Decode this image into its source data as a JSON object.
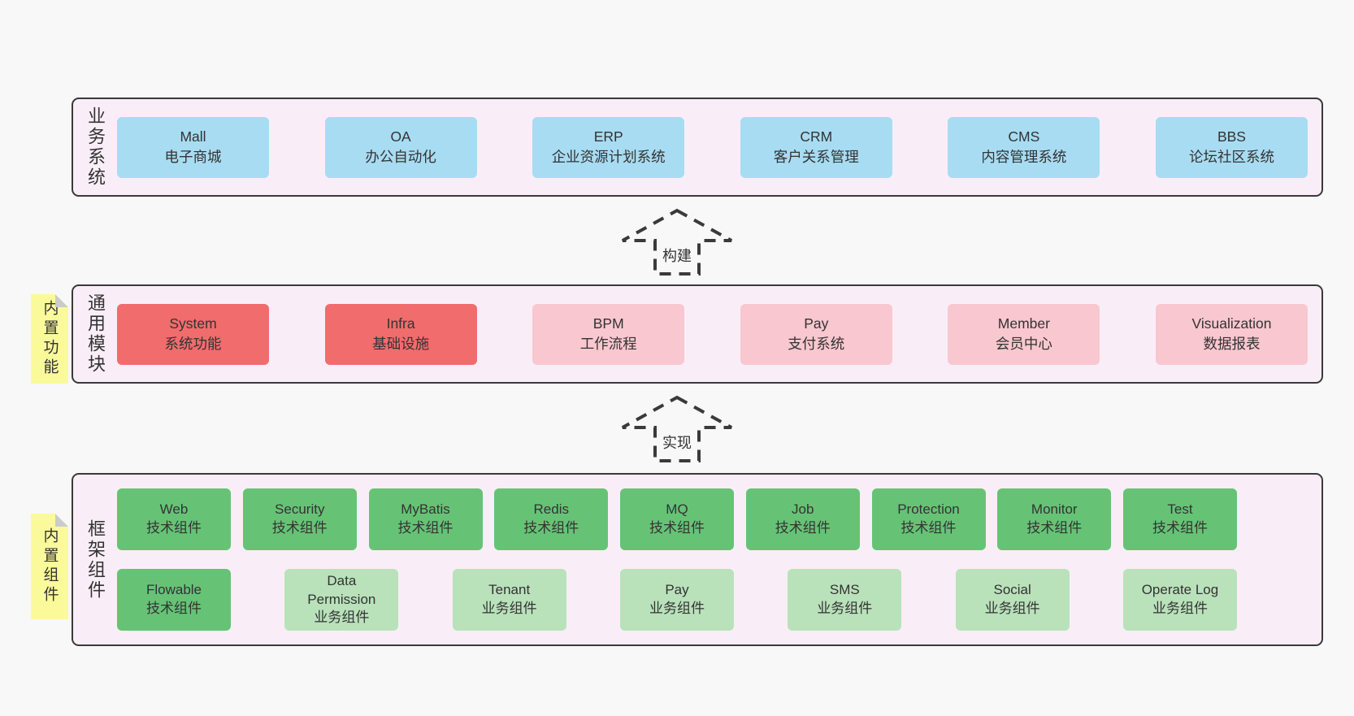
{
  "colors": {
    "page-bg": "#f8f8f8",
    "panel-bg": "#f9eef7",
    "line": "#3a3a3a",
    "text": "#333333",
    "blue": "#a8dcf2",
    "red": "#f16c6c",
    "pink": "#f9c7cf",
    "green": "#66c375",
    "green-light": "#b9e2ba",
    "yellow": "#fafa9b",
    "fold": "#cbcbcb"
  },
  "arrows": [
    {
      "label": "构建"
    },
    {
      "label": "实现"
    }
  ],
  "layers": [
    {
      "label": "业务系统",
      "boxes": [
        {
          "title": "Mall",
          "subtitle": "电子商城"
        },
        {
          "title": "OA",
          "subtitle": "办公自动化"
        },
        {
          "title": "ERP",
          "subtitle": "企业资源计划系统"
        },
        {
          "title": "CRM",
          "subtitle": "客户关系管理"
        },
        {
          "title": "CMS",
          "subtitle": "内容管理系统"
        },
        {
          "title": "BBS",
          "subtitle": "论坛社区系统"
        }
      ]
    },
    {
      "label": "通用模块",
      "sticky": "内置功能",
      "boxes": [
        {
          "title": "System",
          "subtitle": "系统功能"
        },
        {
          "title": "Infra",
          "subtitle": "基础设施"
        },
        {
          "title": "BPM",
          "subtitle": "工作流程"
        },
        {
          "title": "Pay",
          "subtitle": "支付系统"
        },
        {
          "title": "Member",
          "subtitle": "会员中心"
        },
        {
          "title": "Visualization",
          "subtitle": "数据报表"
        }
      ]
    },
    {
      "label": "框架组件",
      "sticky": "内置组件",
      "boxes": [
        {
          "title": "Web",
          "subtitle": "技术组件"
        },
        {
          "title": "Security",
          "subtitle": "技术组件"
        },
        {
          "title": "MyBatis",
          "subtitle": "技术组件"
        },
        {
          "title": "Redis",
          "subtitle": "技术组件"
        },
        {
          "title": "MQ",
          "subtitle": "技术组件"
        },
        {
          "title": "Job",
          "subtitle": "技术组件"
        },
        {
          "title": "Protection",
          "subtitle": "技术组件"
        },
        {
          "title": "Monitor",
          "subtitle": "技术组件"
        },
        {
          "title": "Test",
          "subtitle": "技术组件"
        },
        {
          "title": "Flowable",
          "subtitle": "技术组件"
        },
        {
          "title": "Data Permission",
          "subtitle": "业务组件"
        },
        {
          "title": "Tenant",
          "subtitle": "业务组件"
        },
        {
          "title": "Pay",
          "subtitle": "业务组件"
        },
        {
          "title": "SMS",
          "subtitle": "业务组件"
        },
        {
          "title": "Social",
          "subtitle": "业务组件"
        },
        {
          "title": "Operate Log",
          "subtitle": "业务组件"
        }
      ]
    }
  ]
}
